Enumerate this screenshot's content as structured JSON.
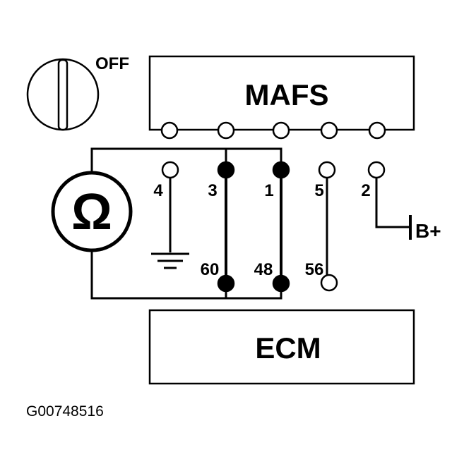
{
  "switch": {
    "label": "OFF"
  },
  "mafs": {
    "label": "MAFS"
  },
  "ecm": {
    "label": "ECM"
  },
  "meter": {
    "symbol": "Ω"
  },
  "pins": {
    "p4": "4",
    "p3": "3",
    "p1": "1",
    "p5": "5",
    "p2": "2",
    "p60": "60",
    "p48": "48",
    "p56": "56"
  },
  "supply": {
    "label": "B+"
  },
  "figure_id": "G00748516"
}
